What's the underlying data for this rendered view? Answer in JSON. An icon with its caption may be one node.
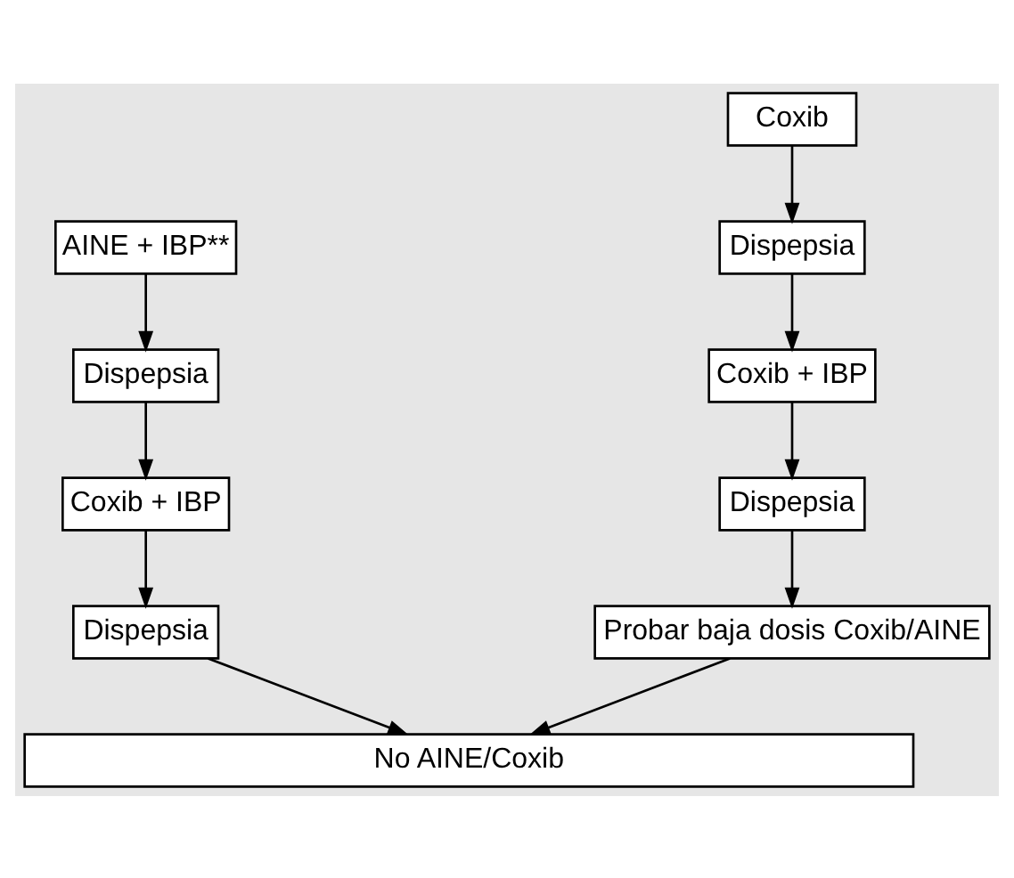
{
  "diagram": {
    "nodes": [
      {
        "text": [
          "AINE + IBP**"
        ]
      },
      {
        "text": [
          "Dispepsia"
        ]
      },
      {
        "text": [
          "Coxib + IBP"
        ]
      },
      {
        "text": [
          "Dispepsia"
        ]
      },
      {
        "text": [
          "Coxib"
        ]
      },
      {
        "text": [
          "Dispepsia"
        ]
      },
      {
        "text": [
          "Coxib + IBP"
        ]
      },
      {
        "text": [
          "Dispepsia"
        ]
      },
      {
        "text": [
          "Probar baja dosis Coxib/AINE"
        ]
      },
      {
        "text": [
          "No AINE/Coxib"
        ]
      }
    ],
    "edges": [
      {
        "from": 0,
        "to": 1,
        "arrow": "to"
      },
      {
        "from": 1,
        "to": 2,
        "arrow": "to"
      },
      {
        "from": 2,
        "to": 3,
        "arrow": "to"
      },
      {
        "from": 3,
        "to": 9,
        "arrow": "to"
      },
      {
        "from": 4,
        "to": 5,
        "arrow": "to"
      },
      {
        "from": 5,
        "to": 6,
        "arrow": "to"
      },
      {
        "from": 6,
        "to": 7,
        "arrow": "to"
      },
      {
        "from": 7,
        "to": 8,
        "arrow": "to"
      },
      {
        "from": 8,
        "to": 9,
        "arrow": "to"
      }
    ]
  }
}
